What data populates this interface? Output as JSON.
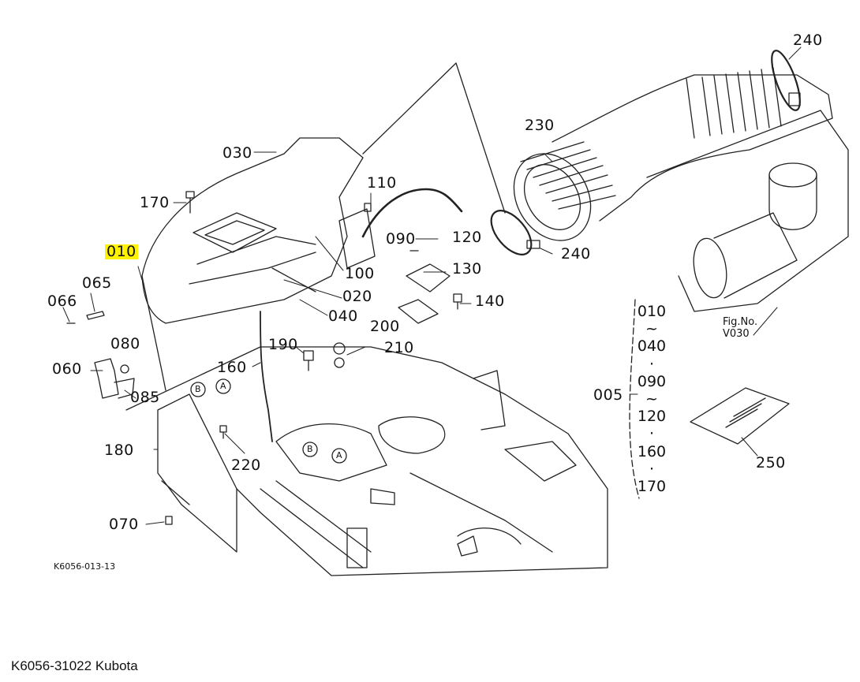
{
  "diagram": {
    "callouts": {
      "c240_top": "240",
      "c230": "230",
      "c030": "030",
      "c110": "110",
      "c170": "170",
      "c090": "090",
      "c120": "120",
      "c240_mid": "240",
      "c010": "010",
      "c065": "065",
      "c100": "100",
      "c130": "130",
      "c020": "020",
      "c066": "066",
      "c140": "140",
      "c040": "040",
      "c200": "200",
      "c080": "080",
      "c190": "190",
      "c210": "210",
      "c060": "060",
      "c160": "160",
      "c085": "085",
      "c005": "005",
      "c220": "220",
      "c180": "180",
      "c250": "250",
      "c070": "070"
    },
    "markers": {
      "a": "A",
      "b": "B"
    },
    "fig_ref": {
      "line1": "Fig.No.",
      "line2": "V030"
    },
    "sequence": [
      "010",
      "~",
      "040",
      "·",
      "090",
      "~",
      "120",
      "·",
      "160",
      "·",
      "170"
    ],
    "drawing_code": "K6056-013-13",
    "highlight_color": "#fff200"
  },
  "caption": "K6056-31022 Kubota"
}
